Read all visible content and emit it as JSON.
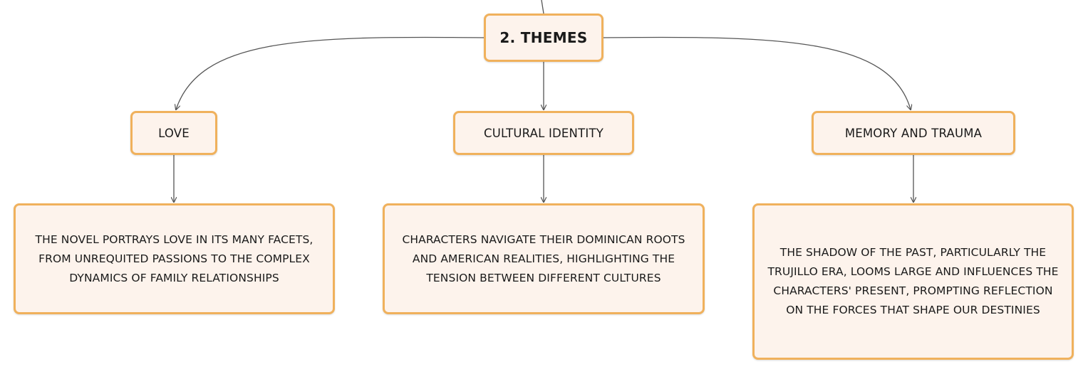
{
  "root": {
    "label": "2. THEMES"
  },
  "branches": [
    {
      "title": "LOVE",
      "description": "THE NOVEL PORTRAYS LOVE IN ITS MANY FACETS, FROM UNREQUITED PASSIONS TO THE COMPLEX DYNAMICS OF FAMILY RELATIONSHIPS"
    },
    {
      "title": "CULTURAL IDENTITY",
      "description": "CHARACTERS NAVIGATE THEIR DOMINICAN ROOTS AND AMERICAN REALITIES, HIGHLIGHTING THE TENSION BETWEEN DIFFERENT CULTURES"
    },
    {
      "title": "MEMORY AND TRAUMA",
      "description": "THE SHADOW OF THE PAST, PARTICULARLY THE TRUJILLO ERA, LOOMS LARGE AND INFLUENCES THE CHARACTERS' PRESENT, PROMPTING REFLECTION ON THE FORCES THAT SHAPE OUR DESTINIES"
    }
  ],
  "colors": {
    "node_fill": "#fdf3ec",
    "node_border": "#f0b15c",
    "connector": "#555555"
  }
}
